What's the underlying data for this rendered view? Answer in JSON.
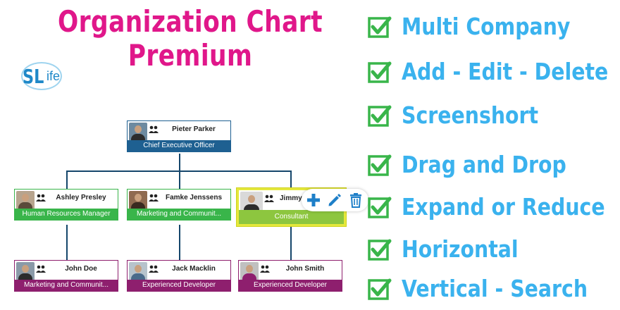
{
  "header": {
    "title_line1": "Organization Chart",
    "title_line2": "Premium"
  },
  "logo": {
    "text_main": "SL",
    "text_rest": "ife"
  },
  "org": {
    "root": {
      "name": "Pieter Parker",
      "role": "Chief Executive Officer",
      "color": "#1e6091"
    },
    "level2": [
      {
        "name": "Ashley Presley",
        "role": "Human Resources Manager",
        "color": "#39b54a"
      },
      {
        "name": "Famke Jenssens",
        "role": "Marketing and Communit...",
        "color": "#39b54a"
      },
      {
        "name": "Jimmy",
        "role": "Consultant",
        "color": "#8dc63f"
      }
    ],
    "level3": [
      {
        "name": "John Doe",
        "role": "Marketing and Communit...",
        "color": "#8e1f6e"
      },
      {
        "name": "Jack Macklin",
        "role": "Experienced Developer",
        "color": "#8e1f6e"
      },
      {
        "name": "John Smith",
        "role": "Experienced Developer",
        "color": "#8e1f6e"
      }
    ],
    "actions": [
      "plus-icon",
      "pencil-icon",
      "trash-icon"
    ]
  },
  "features": [
    "Multi Company",
    "Add - Edit - Delete",
    "Screenshort",
    "Drag and Drop",
    "Expand or Reduce",
    "Horizontal",
    "Vertical - Search"
  ],
  "colors": {
    "title": "#e0178a",
    "feature_text": "#3ab2ee",
    "check": "#39b54a",
    "line": "#15466b"
  }
}
